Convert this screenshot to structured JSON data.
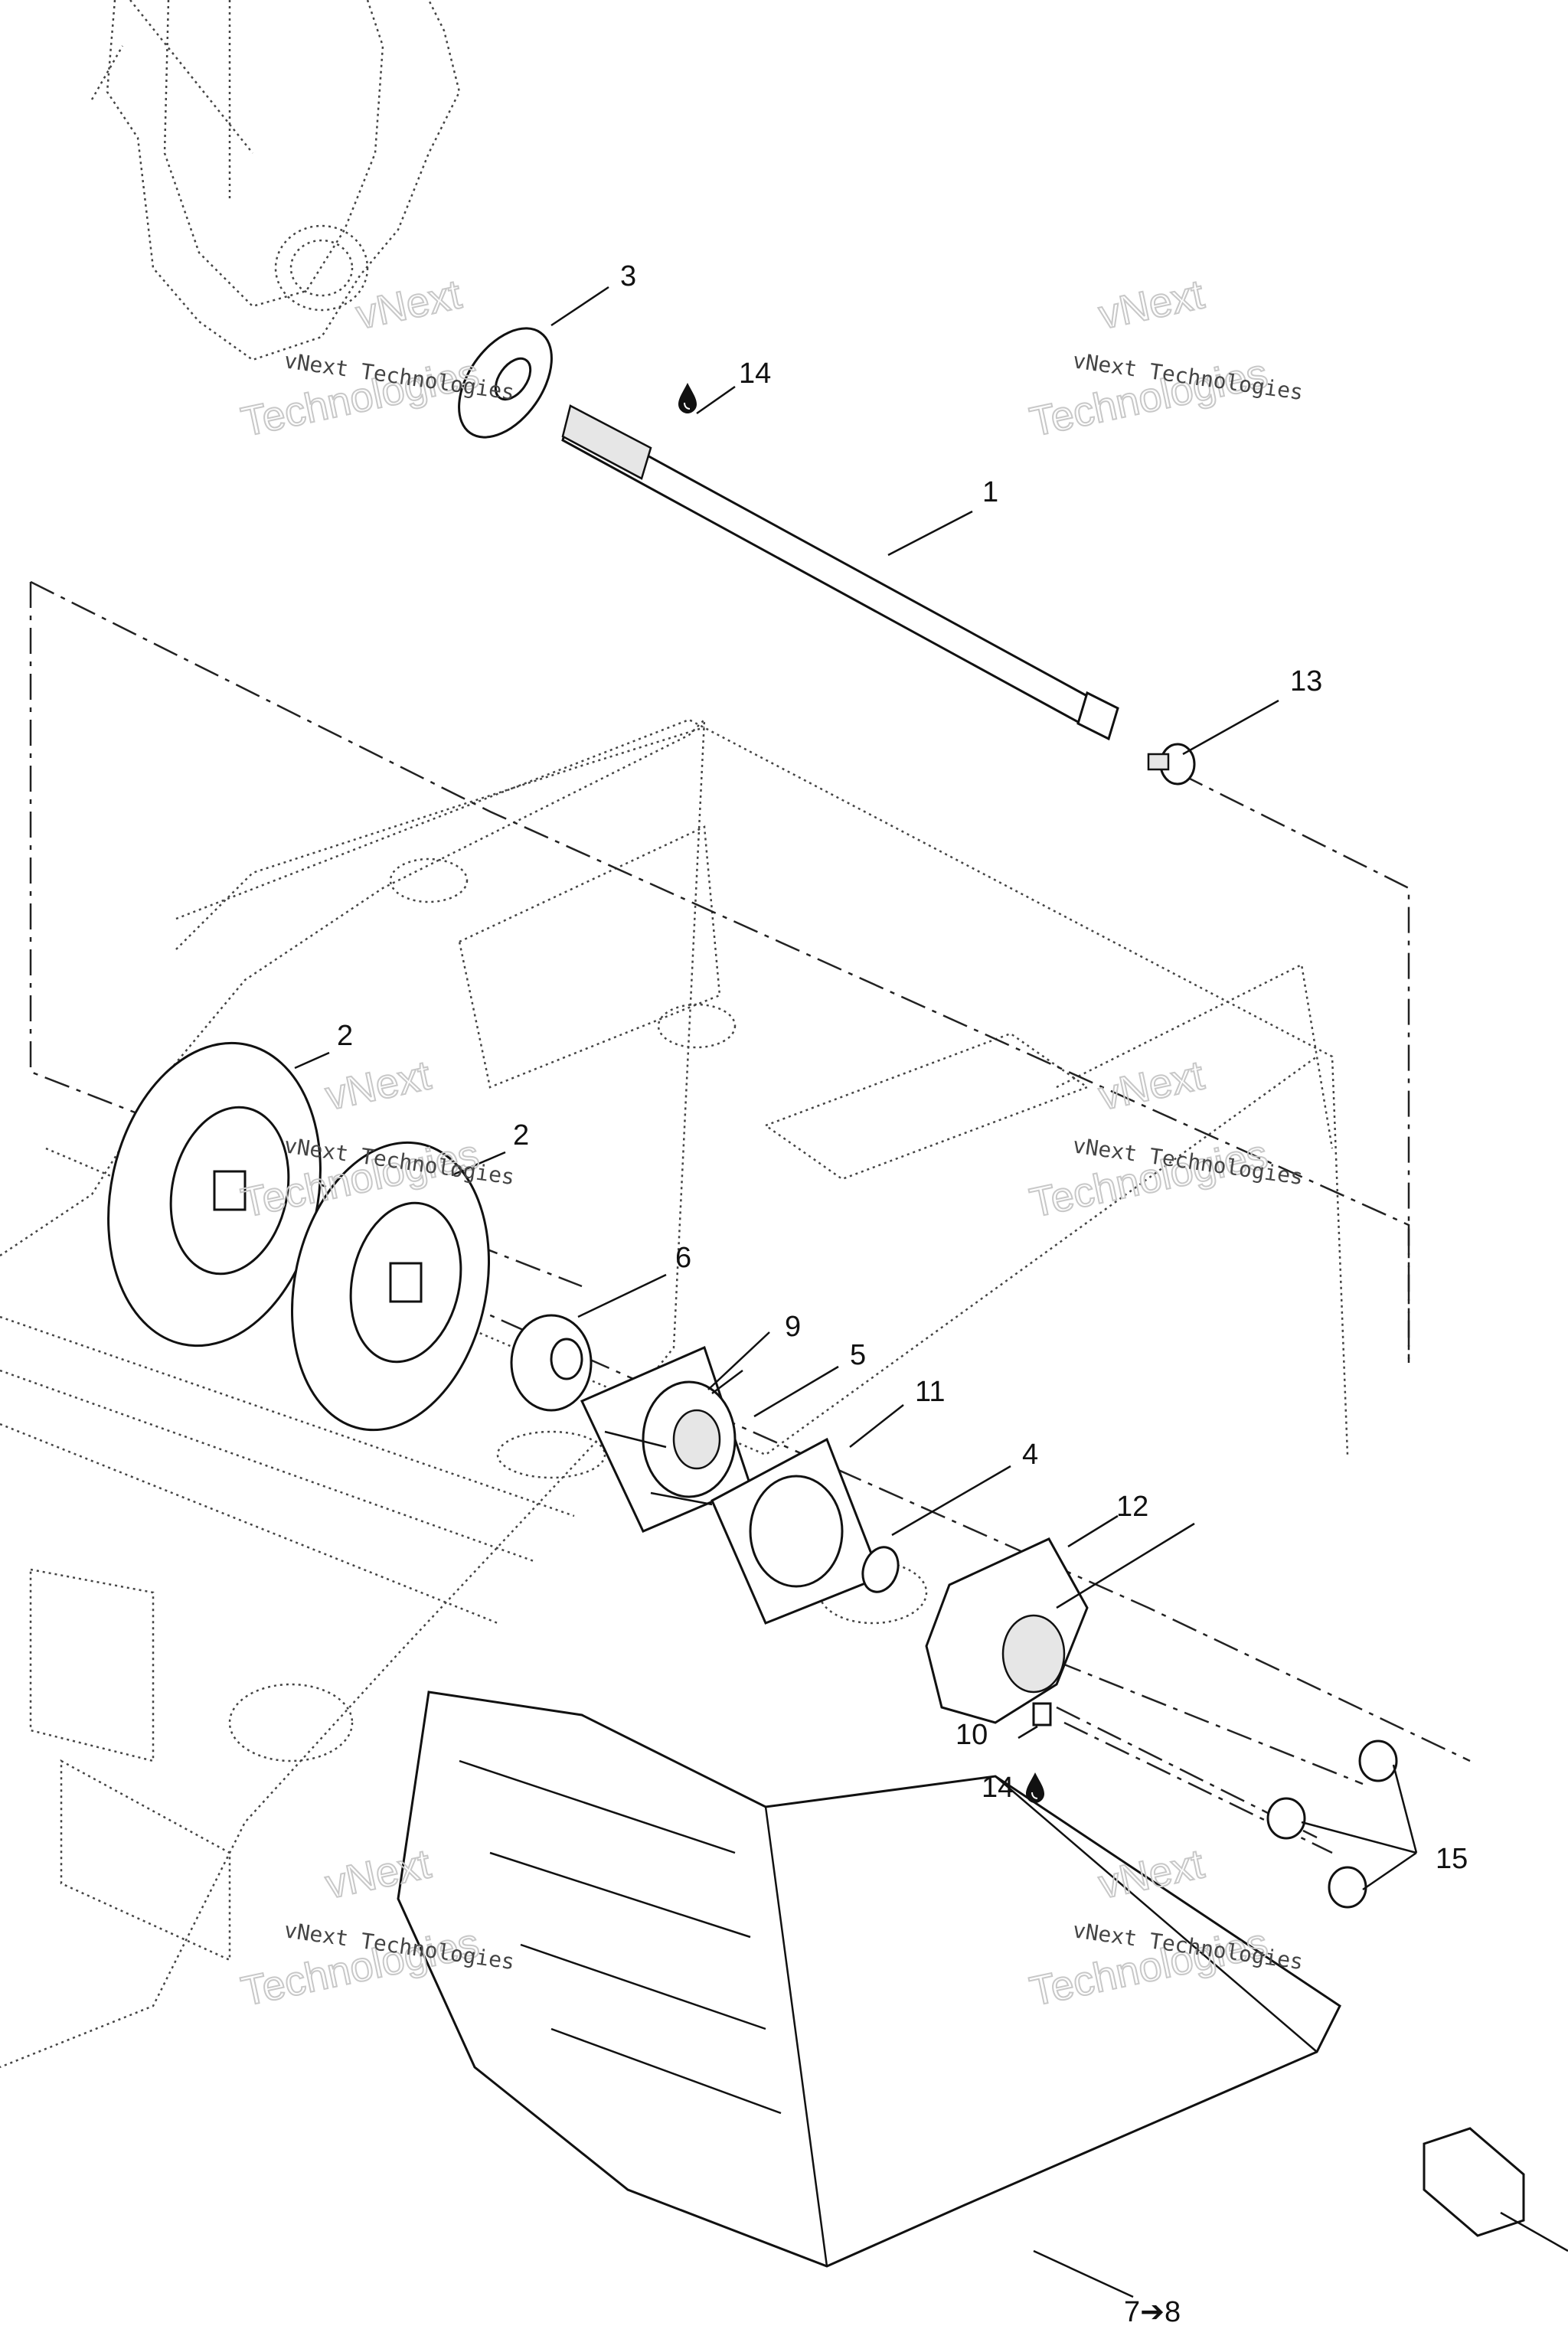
{
  "callouts": {
    "c1": "1",
    "c2a": "2",
    "c2b": "2",
    "c3": "3",
    "c4": "4",
    "c5": "5",
    "c6": "6",
    "c9": "9",
    "c10": "10",
    "c11": "11",
    "c12": "12",
    "c13": "13",
    "c14a": "14",
    "c14b": "14",
    "c15": "15",
    "c78": "7➔8"
  },
  "icons": {
    "lubricant": "oil-drop-icon"
  },
  "watermark": {
    "line1": "vNext Technologies",
    "line2a": "vNext",
    "line2b": "Technologies"
  }
}
